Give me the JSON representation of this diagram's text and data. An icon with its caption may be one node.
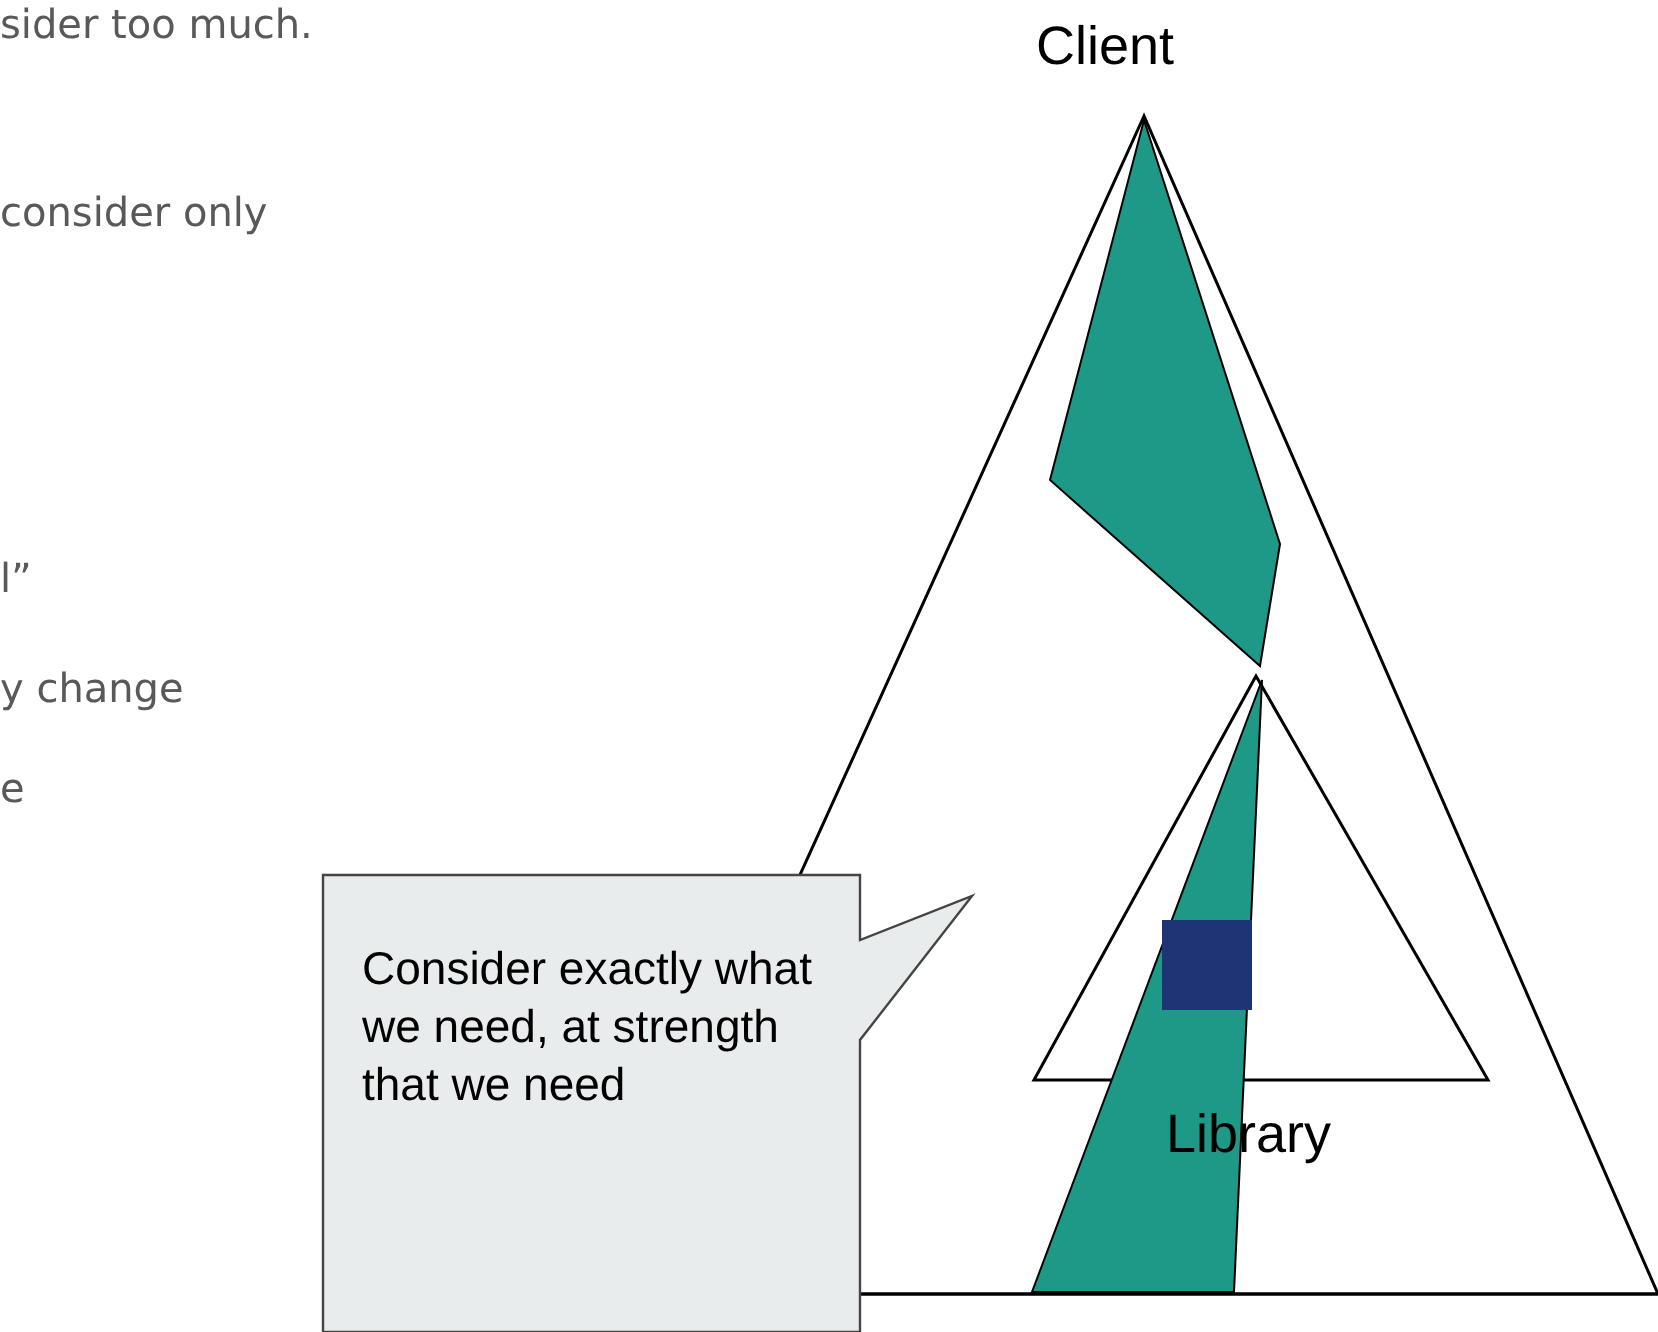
{
  "diagram": {
    "nodes": [
      {
        "text": [
          "Client"
        ]
      },
      {
        "text": [
          "Library"
        ],
        "in": 0
      },
      {
        "text": [
          "Consider exactly what we need, at strength that we need"
        ]
      }
    ],
    "labels": [
      "sider too much.",
      "consider only",
      "l”",
      "y change",
      "e"
    ]
  }
}
